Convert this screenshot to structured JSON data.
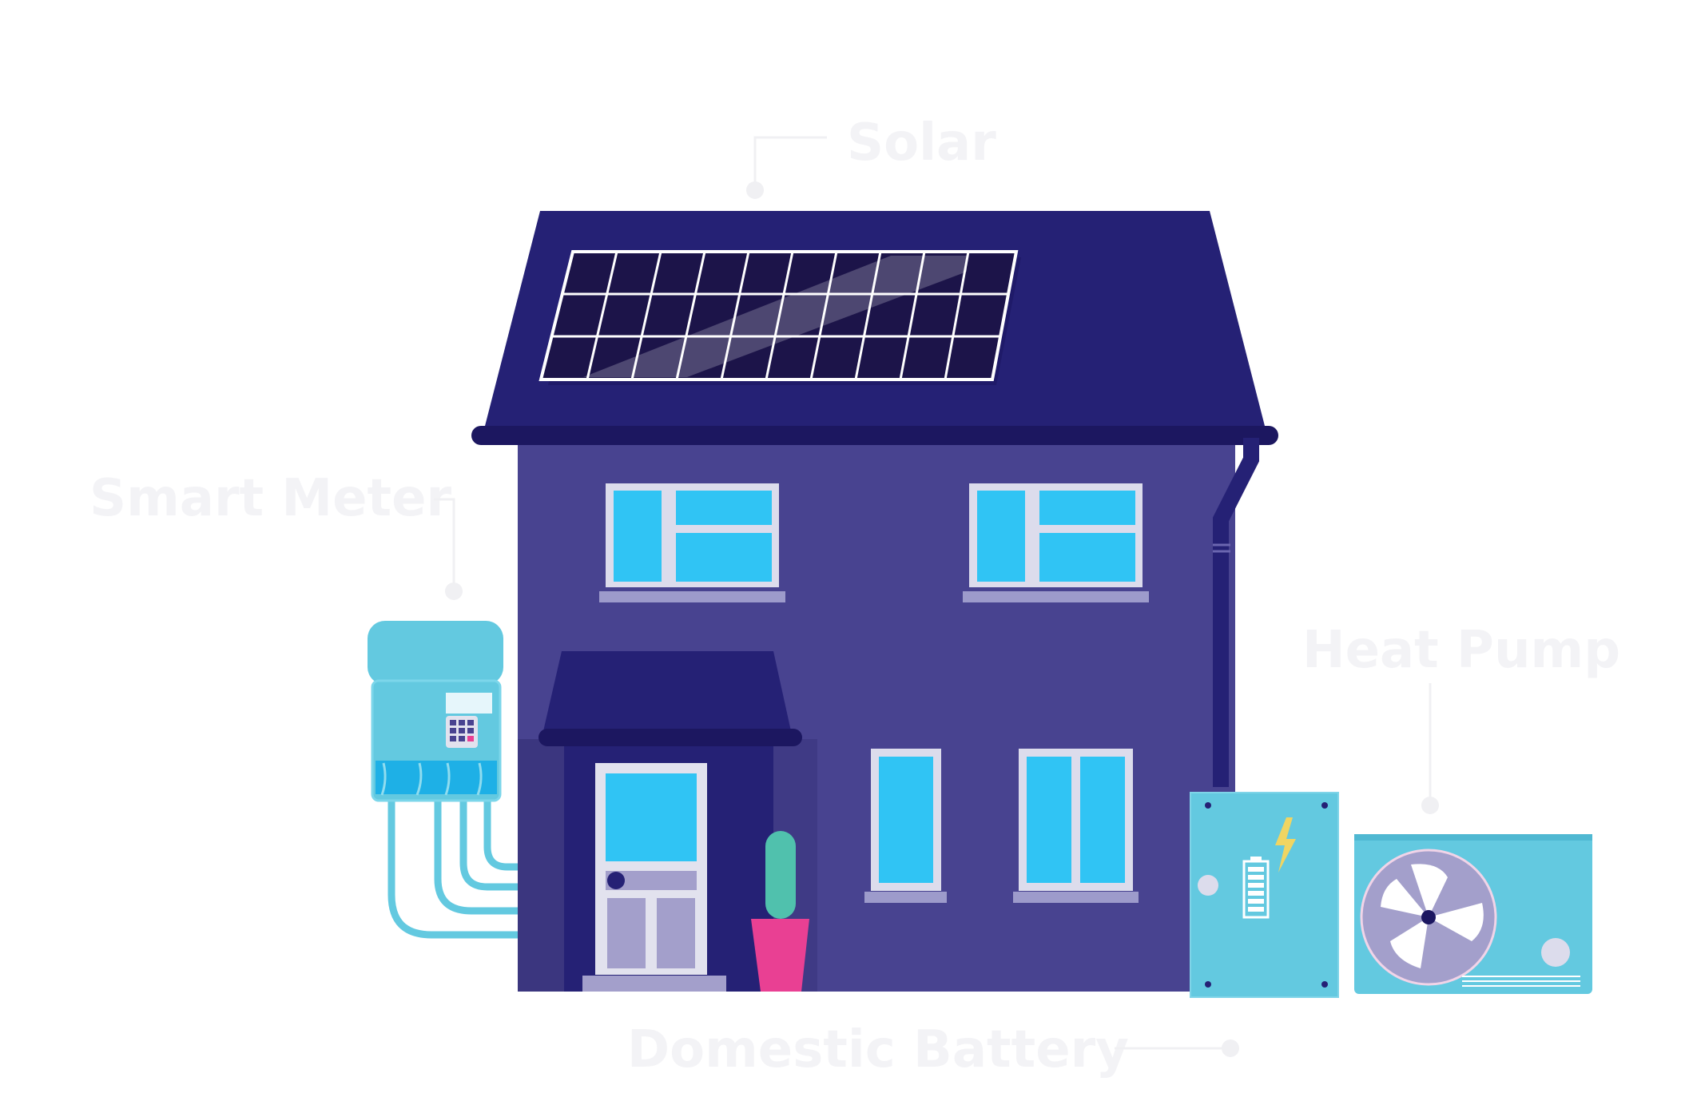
{
  "labels": {
    "solar": "Solar",
    "smart_meter": "Smart Meter",
    "heat_pump": "Heat Pump",
    "domestic_battery": "Domestic Battery"
  },
  "colors": {
    "background": "#ffffff",
    "label_text": "#f3f3f6",
    "leader_line": "#f0f0f3",
    "roof": "#252175",
    "wall": "#484390",
    "window_frame": "#dcdcec",
    "window_glass": "#30c4f4",
    "sill": "#9d9bcb",
    "porch": "#252175",
    "door": "#e2e2ee",
    "door_panel": "#a39fcb",
    "plant": "#50c1ad",
    "pot": "#e94093",
    "appliance": "#63c9e0",
    "fan_face": "#a39fcb",
    "solar_cell": "#1c1449",
    "solar_frame": "#ffffff"
  },
  "icons": [
    "solar-panel-icon",
    "lightning-bolt-icon",
    "battery-icon",
    "fan-icon",
    "keypad-icon"
  ]
}
